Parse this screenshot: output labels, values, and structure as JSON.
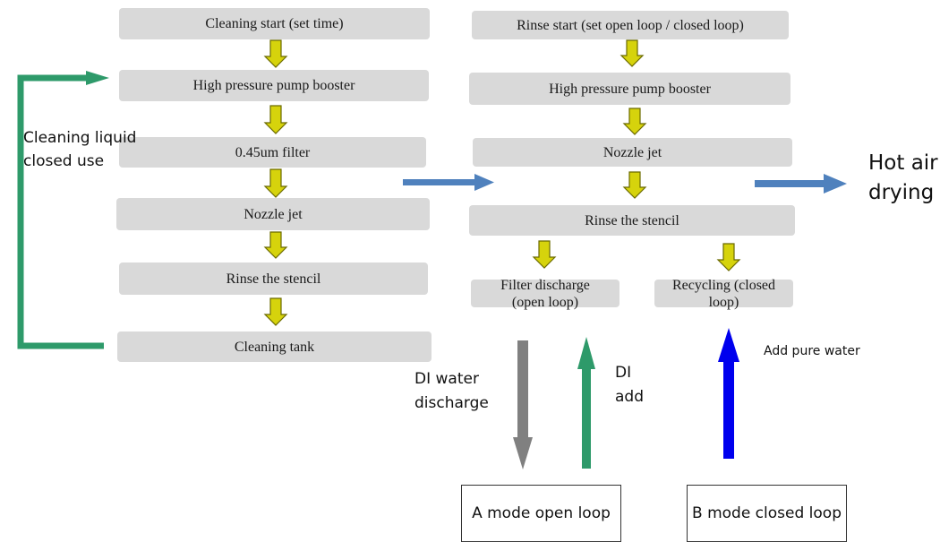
{
  "left_column": {
    "steps": [
      "Cleaning start (set time)",
      "High pressure pump booster",
      "0.45um filter",
      "Nozzle jet",
      "Rinse the stencil",
      "Cleaning tank"
    ],
    "loop_label": "Cleaning liquid\nclosed use"
  },
  "right_column": {
    "steps": [
      "Rinse start (set open loop / closed loop)",
      "High pressure pump booster",
      "Nozzle jet",
      "Rinse the stencil"
    ],
    "branch_open": "Filter discharge\n(open loop)",
    "branch_closed": "Recycling (closed\nloop)"
  },
  "hot_air_label": "Hot air\ndrying",
  "di_discharge_label": "DI water\ndischarge",
  "di_add_label": "DI\nadd",
  "pure_water_label": "Add pure water",
  "modes": {
    "open": "A mode open loop",
    "closed": "B mode closed loop"
  },
  "colors": {
    "step_box": "#d9d9d9",
    "flow_arrow": "#d6d30c",
    "loop_green": "#2e9a6a",
    "link_blue": "#4f81bd",
    "discharge_gray": "#808080",
    "pure_blue": "#0000ee"
  }
}
